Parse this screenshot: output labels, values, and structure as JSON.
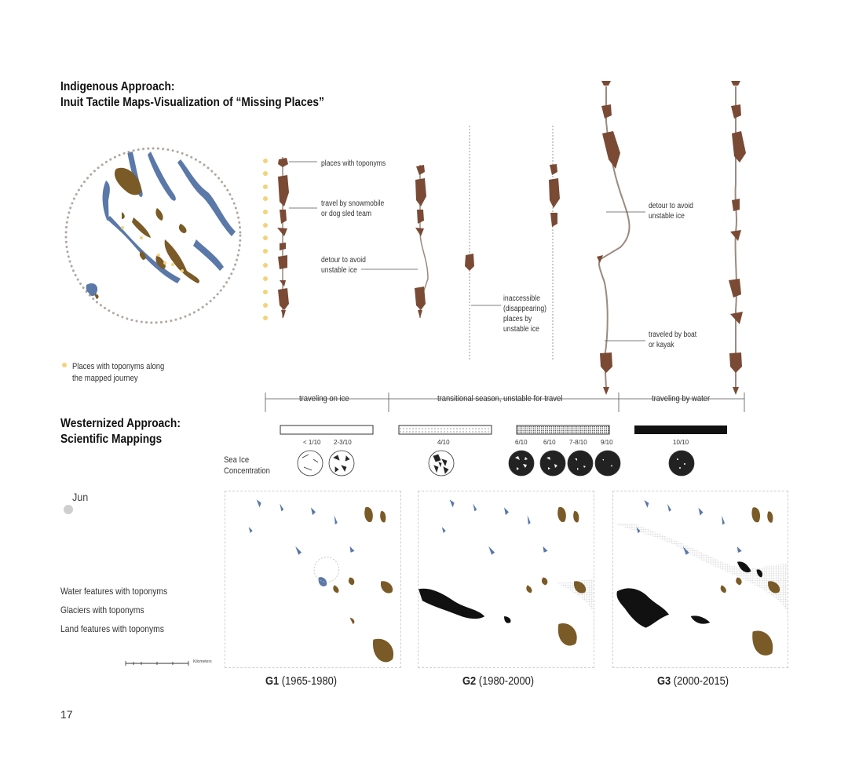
{
  "indigenous": {
    "title_line1": "Indigenous Approach:",
    "title_line2": "Inuit Tactile Maps-Visualization of “Missing Places”",
    "legend_dot": "Places with toponyms along\nthe mapped journey",
    "annotations": {
      "places": "places with toponyms",
      "travel": "travel by snowmobile\nor dog sled team",
      "detour1": "detour to avoid\nunstable ice",
      "inaccessible": "inaccessible\n(disappearing)\nplaces by\nunstable ice",
      "detour2": "detour to avoid\nunstable ice",
      "boat": "traveled by boat\nor kayak"
    },
    "seasons": [
      "traveling on ice",
      "transitional season, unstable for travel",
      "traveling by water"
    ]
  },
  "western": {
    "title_line1": "Westernized Approach:",
    "title_line2": "Scientific Mappings",
    "sea_ice_label": "Sea Ice\nConcentration",
    "concentrations": [
      "< 1/10",
      "2-3/10",
      "4/10",
      "6/10",
      "6/10",
      "7-8/10",
      "9/10",
      "10/10"
    ],
    "month": "Jun",
    "feature_legend": [
      "Water features with toponyms",
      "Glaciers with toponyms",
      "Land features with toponyms"
    ],
    "scale_unit": "Kilometers",
    "periods": [
      {
        "code": "G1",
        "range": "(1965-1980)"
      },
      {
        "code": "G2",
        "range": "(1980-2000)"
      },
      {
        "code": "G3",
        "range": "(2000-2015)"
      }
    ]
  },
  "page_number": "17",
  "colors": {
    "glacier_blue": "#5a78a8",
    "land_brown": "#7a5a26",
    "route_brown": "#7a4a35",
    "toponym_dot": "#f2d37a",
    "water_black": "#111111",
    "grid_gray": "#bdbdbd"
  }
}
